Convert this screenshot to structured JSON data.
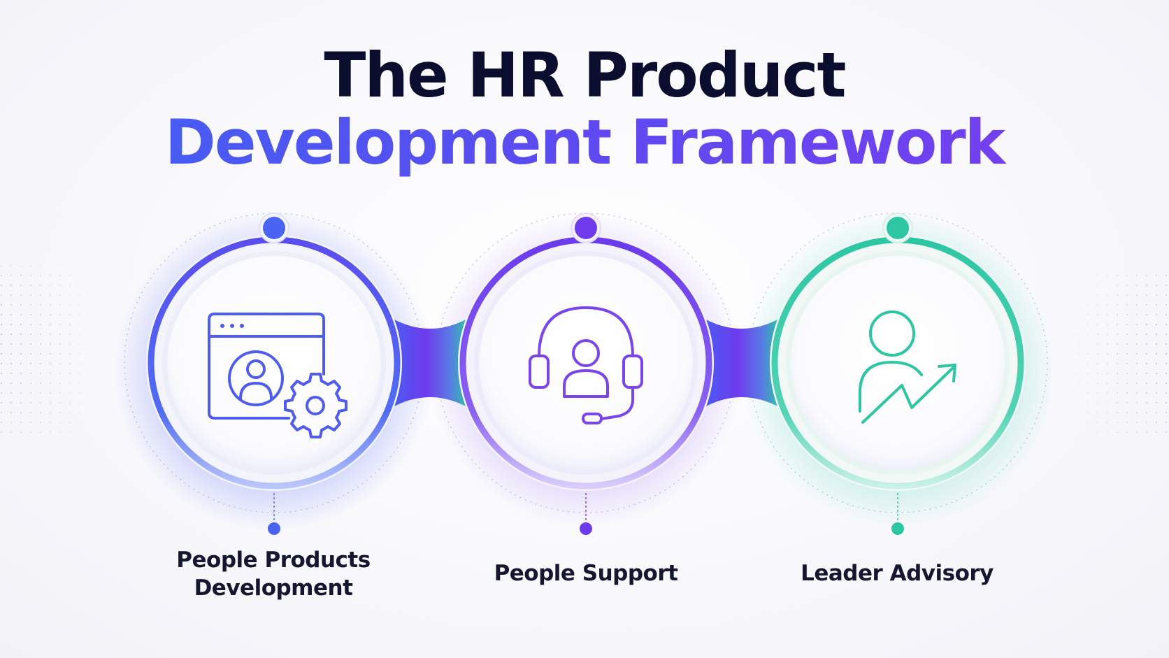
{
  "title": {
    "line1": "The HR Product",
    "line2": "Development Framework"
  },
  "stages": [
    {
      "label_line1": "People Products",
      "label_line2": "Development",
      "icon": "browser-window-user-gear-icon",
      "color": "#4a5cf2"
    },
    {
      "label": "People Support",
      "icon": "headset-support-agent-icon",
      "color": "#6e3bec"
    },
    {
      "label": "Leader Advisory",
      "icon": "person-growth-arrow-icon",
      "color": "#2cc6a3"
    }
  ],
  "colors": {
    "title_dark": "#0b0d2e",
    "title_gradient_start": "#3f63f3",
    "title_gradient_end": "#7b3cef",
    "blue": "#4a5cf2",
    "purple": "#6e3bec",
    "teal": "#2cc6a3"
  }
}
